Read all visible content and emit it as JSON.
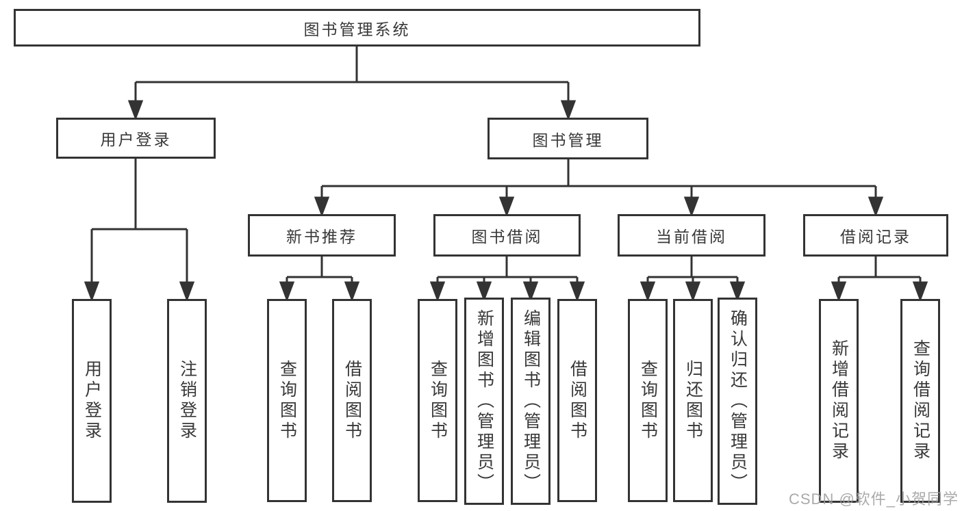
{
  "style": {
    "line_color": "#333333",
    "box_border_color": "#333333",
    "box_fill": "#ffffff",
    "text_color": "#383838",
    "watermark_color": "#9e9e9e"
  },
  "tree": {
    "label": "图书管理系统",
    "children": [
      {
        "label": "用户登录",
        "children": [
          {
            "label": "用户登录"
          },
          {
            "label": "注销登录"
          }
        ]
      },
      {
        "label": "图书管理",
        "children": [
          {
            "label": "新书推荐",
            "children": [
              {
                "label": "查询图书"
              },
              {
                "label": "借阅图书"
              }
            ]
          },
          {
            "label": "图书借阅",
            "children": [
              {
                "label": "查询图书"
              },
              {
                "label": "新增图书（管理员）"
              },
              {
                "label": "编辑图书（管理员）"
              },
              {
                "label": "借阅图书"
              }
            ]
          },
          {
            "label": "当前借阅",
            "children": [
              {
                "label": "查询图书"
              },
              {
                "label": "归还图书"
              },
              {
                "label": "确认归还（管理员）"
              }
            ]
          },
          {
            "label": "借阅记录",
            "children": [
              {
                "label": "新增借阅记录"
              },
              {
                "label": "查询借阅记录"
              }
            ]
          }
        ]
      }
    ]
  },
  "watermark": {
    "text": "CSDN @软件_小贺同学"
  }
}
